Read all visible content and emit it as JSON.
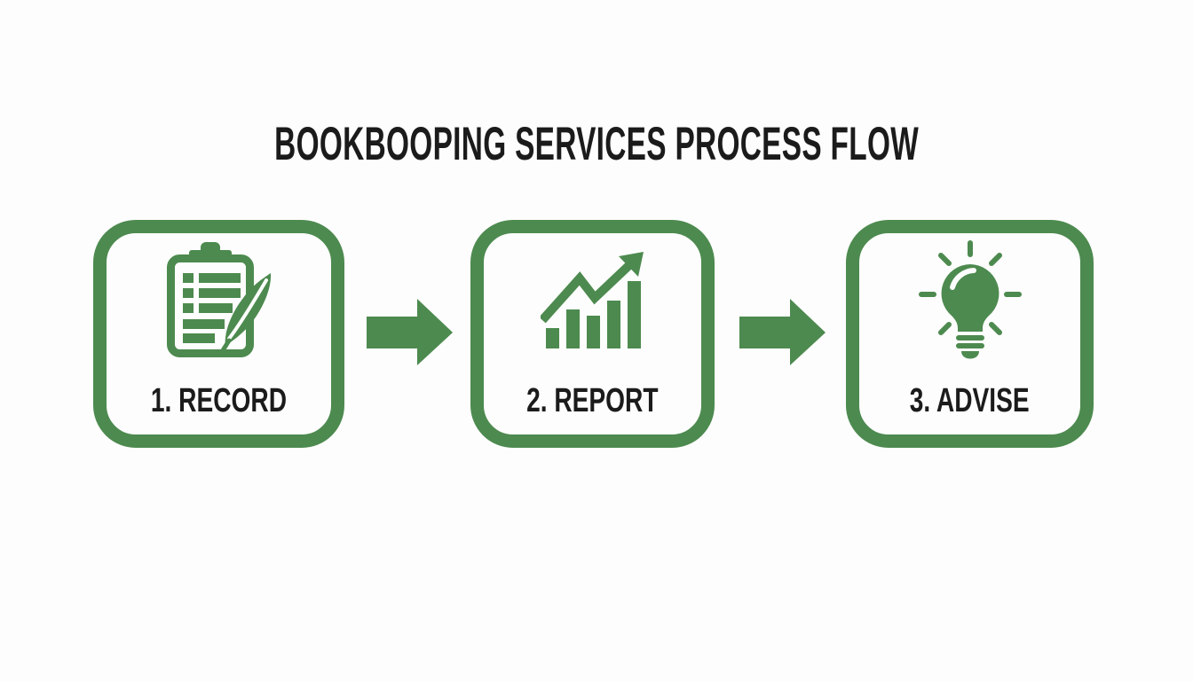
{
  "title": "BOOKBOOPING SERVICES PROCESS FLOW",
  "colors": {
    "green": "#4d8a4f",
    "text": "#1b1b1b",
    "background": "#fdfdfd"
  },
  "steps": [
    {
      "label": "1. RECORD",
      "icon": "clipboard-quill-icon"
    },
    {
      "label": "2. REPORT",
      "icon": "bar-chart-growth-icon"
    },
    {
      "label": "3. ADVISE",
      "icon": "lightbulb-icon"
    }
  ],
  "arrows": [
    {
      "name": "arrow-record-to-report",
      "direction": "right"
    },
    {
      "name": "arrow-report-to-advise",
      "direction": "right"
    }
  ]
}
